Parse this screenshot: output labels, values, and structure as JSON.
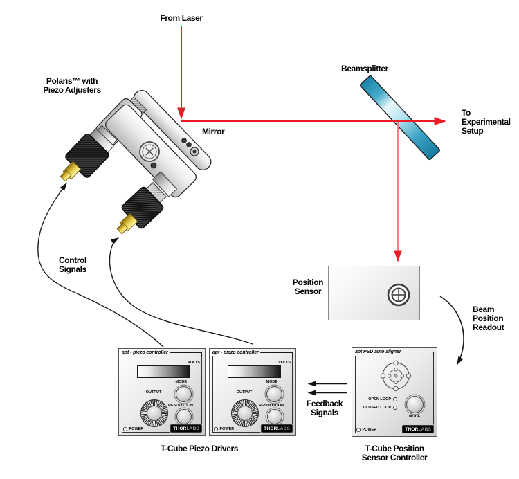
{
  "labels": {
    "from_laser": "From Laser",
    "polaris": [
      "Polaris™ with",
      "Piezo Adjusters"
    ],
    "mirror": "Mirror",
    "beamsplitter": "Beamsplitter",
    "to_setup": [
      "To",
      "Experimental",
      "Setup"
    ],
    "position_sensor": [
      "Position",
      "Sensor"
    ],
    "beam_readout": [
      "Beam",
      "Position",
      "Readout"
    ],
    "control_signals": [
      "Control",
      "Signals"
    ],
    "feedback_signals": [
      "Feedback",
      "Signals"
    ],
    "piezo_caption": "T-Cube Piezo Drivers",
    "psd_caption": [
      "T-Cube Position",
      "Sensor Controller"
    ]
  },
  "piezo_cube": {
    "title": "apt - piezo controller",
    "volts_label": "VOLTS",
    "mode_label": "MODE",
    "output_label": "OUTPUT",
    "resolution_label": "RESOLUTION",
    "power_label": "POWER"
  },
  "psd_cube": {
    "title": "apt PSD auto aligner",
    "open_loop_label": "OPEN LOOP",
    "closed_loop_label": "CLOSED LOOP",
    "mode_label": "MODE",
    "power_label": "POWER"
  },
  "brand": {
    "thor": "THOR",
    "labs": "LABS"
  },
  "colors": {
    "beam_red": "#ed1c24",
    "beam_soft_red": "#f58282",
    "beamsplitter_teal": "#1881a8",
    "signal_black": "#1a1a1a",
    "panel_gray": "#d8d8d8",
    "logo_black": "#000000",
    "gold_tip": "#ecd559"
  }
}
